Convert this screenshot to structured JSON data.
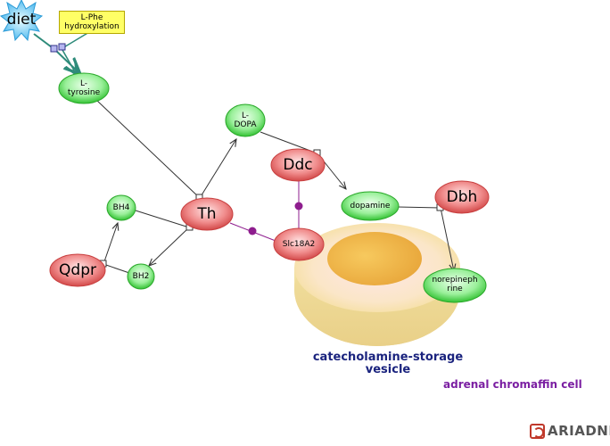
{
  "nodes": {
    "diet": "diet",
    "lphe": "L-Phe\nhydroxylation",
    "ltyrosine": "L-\ntyrosine",
    "ldopa": "L-\nDOPA",
    "bh4": "BH4",
    "bh2": "BH2",
    "th": "Th",
    "qdpr": "Qdpr",
    "ddc": "Ddc",
    "dopamine": "dopamine",
    "slc18a2": "Slc18A2",
    "dbh": "Dbh",
    "norepinephrine": "norepineph\nrine"
  },
  "compartments": {
    "vesicle": "catecholamine-storage\nvesicle",
    "cell": "adrenal chromaffin cell"
  },
  "logo": {
    "text": "ARIADNE"
  },
  "colors": {
    "small_molecule": "#7ee07e",
    "protein": "#e06a6a",
    "vesicle_outer": "#f9e7a8",
    "vesicle_inner": "#f0b84a",
    "vesicle_label": "#1a237e",
    "cell_label": "#7b1fa2",
    "binding_edge": "#8e1d8e",
    "star": "#5ec3f0",
    "note_bg": "#ffff66"
  }
}
